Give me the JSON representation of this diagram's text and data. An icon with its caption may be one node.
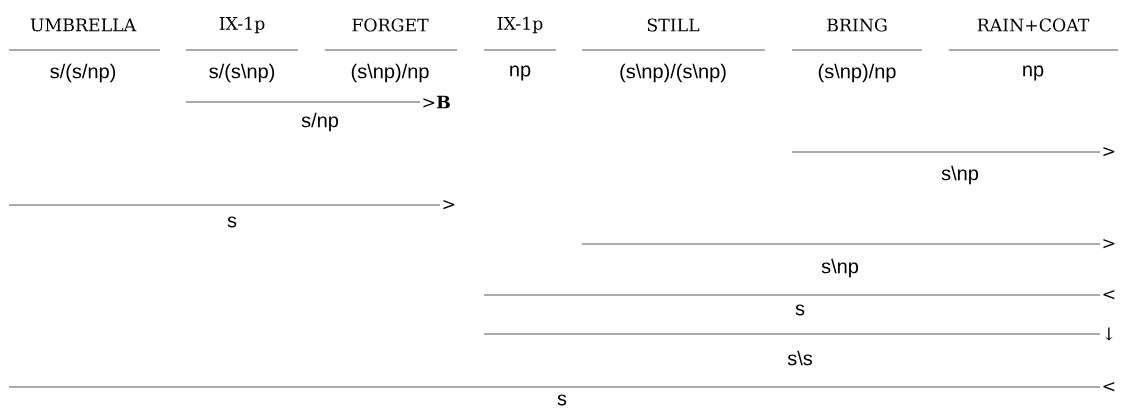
{
  "diagram": {
    "labels": [
      "UMBRELLA",
      "IX-1p",
      "FORGET",
      "IX-1p",
      "STILL",
      "BRING",
      "RAIN+COAT",
      "s/(s/np)",
      "s/(s\\np)",
      "(s\\np)/np",
      "np",
      "(s\\np)/(s\\np)",
      "(s\\np)/np",
      "np",
      ">**B**",
      "s/np",
      ">",
      "s\\np",
      ">",
      "s",
      ">",
      "s\\np",
      "<",
      "s",
      "↓",
      "s\\s",
      "<",
      "s"
    ]
  }
}
